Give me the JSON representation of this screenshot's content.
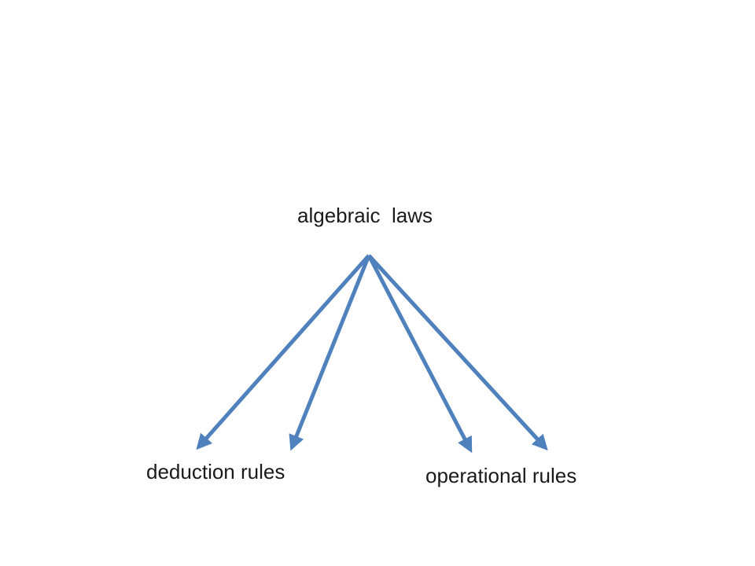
{
  "diagram": {
    "root": {
      "label": "algebraic  laws"
    },
    "children": [
      {
        "label": "deduction rules"
      },
      {
        "label": "operational rules"
      }
    ],
    "arrow_color": "#4F81BD"
  }
}
